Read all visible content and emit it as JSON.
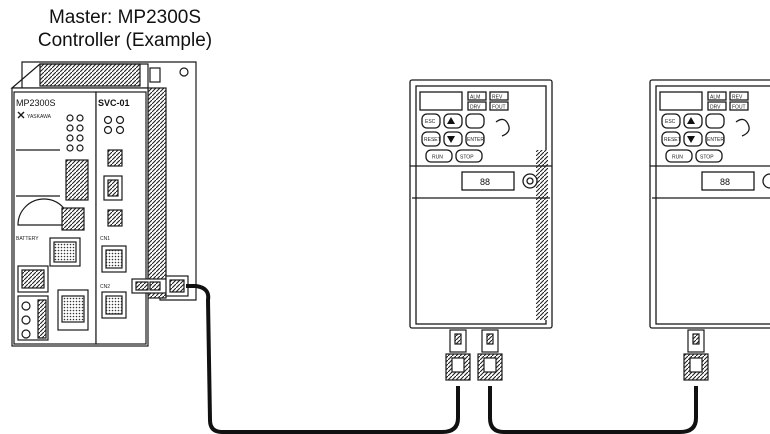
{
  "caption": {
    "line1": "Master: MP2300S",
    "line2": "Controller (Example)"
  },
  "controller": {
    "model_label": "MP2300S",
    "brand_label": "YASKAWA",
    "module_label": "SVC-01",
    "battery_label": "BATTERY",
    "port_labels": [
      "CN1",
      "CN2"
    ]
  },
  "drives": [
    {
      "display_value": "88",
      "key_labels": [
        "ALM",
        "REV",
        "DRV",
        "FOUT",
        "ESC",
        "RESET",
        "ENTER",
        "RUN",
        "STOP"
      ]
    },
    {
      "display_value": "88",
      "key_labels": [
        "ALM",
        "REV",
        "DRV",
        "FOUT",
        "ESC",
        "RESET",
        "ENTER",
        "RUN",
        "STOP"
      ]
    }
  ],
  "colors": {
    "line": "#1a1a1a",
    "panel": "#ffffff",
    "hatch": "#2b2b2b",
    "cable": "#111111"
  }
}
